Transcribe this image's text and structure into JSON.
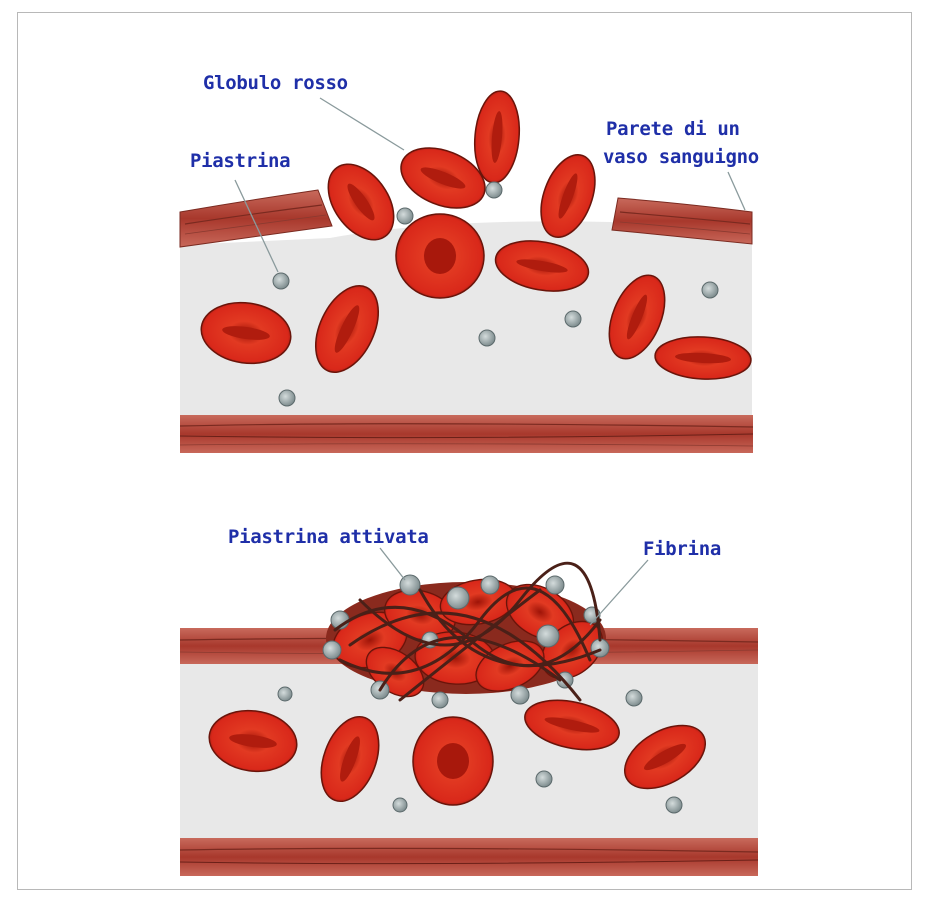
{
  "labels": {
    "globulo_rosso": "Globulo rosso",
    "piastrina": "Piastrina",
    "parete_line1": "Parete di un",
    "parete_line2": "vaso sanguigno",
    "piastrina_attivata": "Piastrina attivata",
    "fibrina": "Fibrina"
  },
  "colors": {
    "label_text": "#1f2fa8",
    "red_cell": "#d9281a",
    "vessel_wall": "#b8483b",
    "lumen": "#e6e6e6",
    "platelet": "#9aa8aa",
    "fibrin": "#5a2a22"
  }
}
